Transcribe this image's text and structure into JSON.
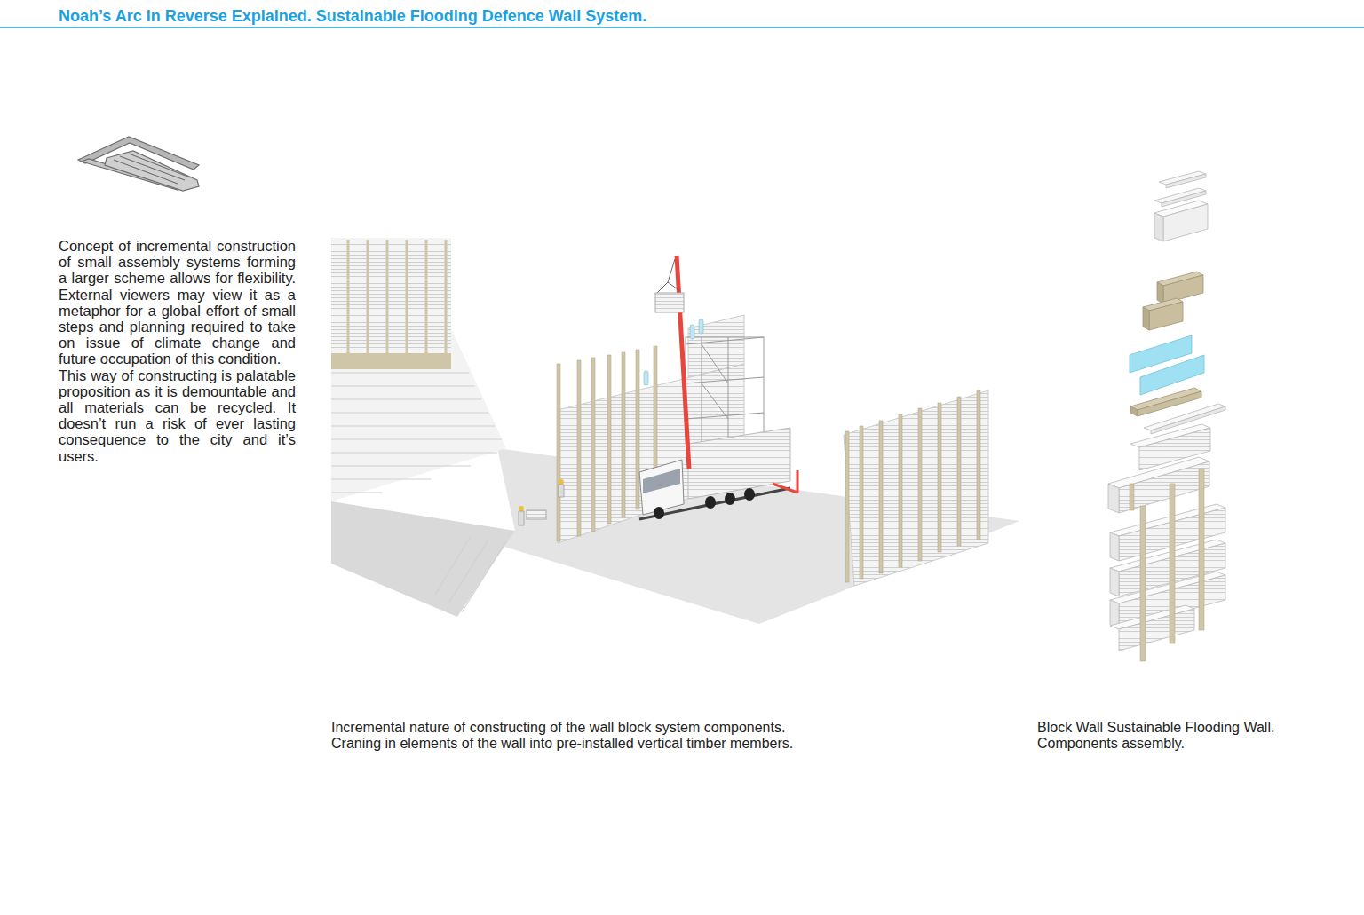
{
  "diagram": {
    "title": "Noah’s Arc in Reverse Explained. Sustainable Flooding Defence Wall System.",
    "labels": [
      "Concept of incremental construction of small assembly systems forming a larger scheme allows for flexibility. External viewers may view it as a metaphor for a global effort of small steps and planning required to take on issue of climate change and future occupation of this condition.",
      "This way of constructing is palatable proposition as it is demountable and all materials can be recycled. It doesn’t run a risk of ever lasting consequence to the city and it’s users.",
      "Incremental nature of constructing of the wall block system components.",
      "Craning in elements of the wall into pre-installed vertical timber members.",
      "Block Wall Sustainable Flooding Wall.",
      "Components assembly."
    ]
  }
}
